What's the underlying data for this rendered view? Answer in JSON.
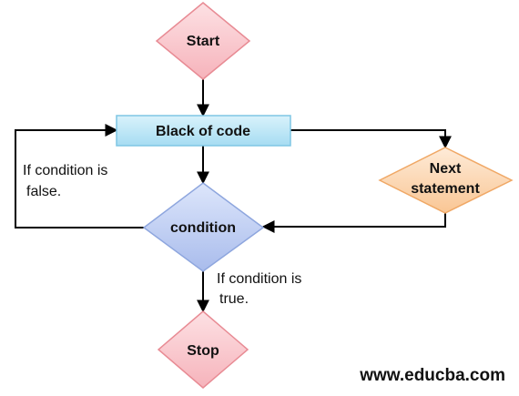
{
  "nodes": {
    "start": {
      "label": "Start"
    },
    "block": {
      "label": "Black of code"
    },
    "condition": {
      "label": "condition"
    },
    "next": {
      "line1": "Next",
      "line2": "statement"
    },
    "stop": {
      "label": "Stop"
    }
  },
  "notes": {
    "false_line1": "If condition is",
    "false_line2": "false.",
    "true_line1": "If condition is",
    "true_line2": "true."
  },
  "watermark": "www.educba.com",
  "colors": {
    "terminal_fill": "#f8c6cb",
    "terminal_stroke": "#e88b94",
    "process_fill": "#b9e4f5",
    "process_stroke": "#7fc6e4",
    "decision_fill": "#bfcdf2",
    "decision_stroke": "#8ea6de",
    "next_fill": "#fcd7b4",
    "next_stroke": "#f0a866"
  }
}
